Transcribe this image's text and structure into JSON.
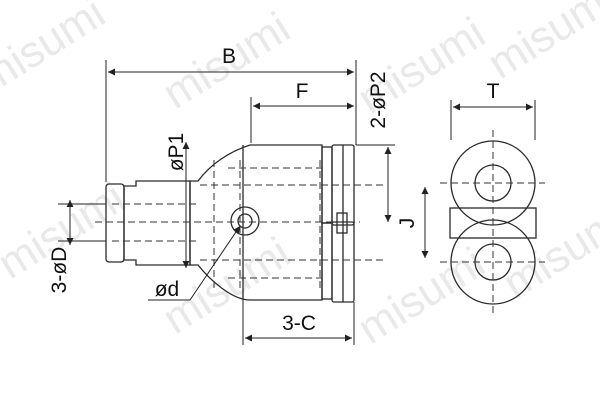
{
  "watermark": {
    "text": "misumi"
  },
  "labels": {
    "B": "B",
    "F": "F",
    "T": "T",
    "P2": "2-øP2",
    "P1": "øP1",
    "D": "3-øD",
    "d": "ød",
    "J": "J",
    "C": "3-C"
  },
  "colors": {
    "body": "#9c9c9c",
    "line": "#222222",
    "watermark": "#e9e9e9"
  }
}
